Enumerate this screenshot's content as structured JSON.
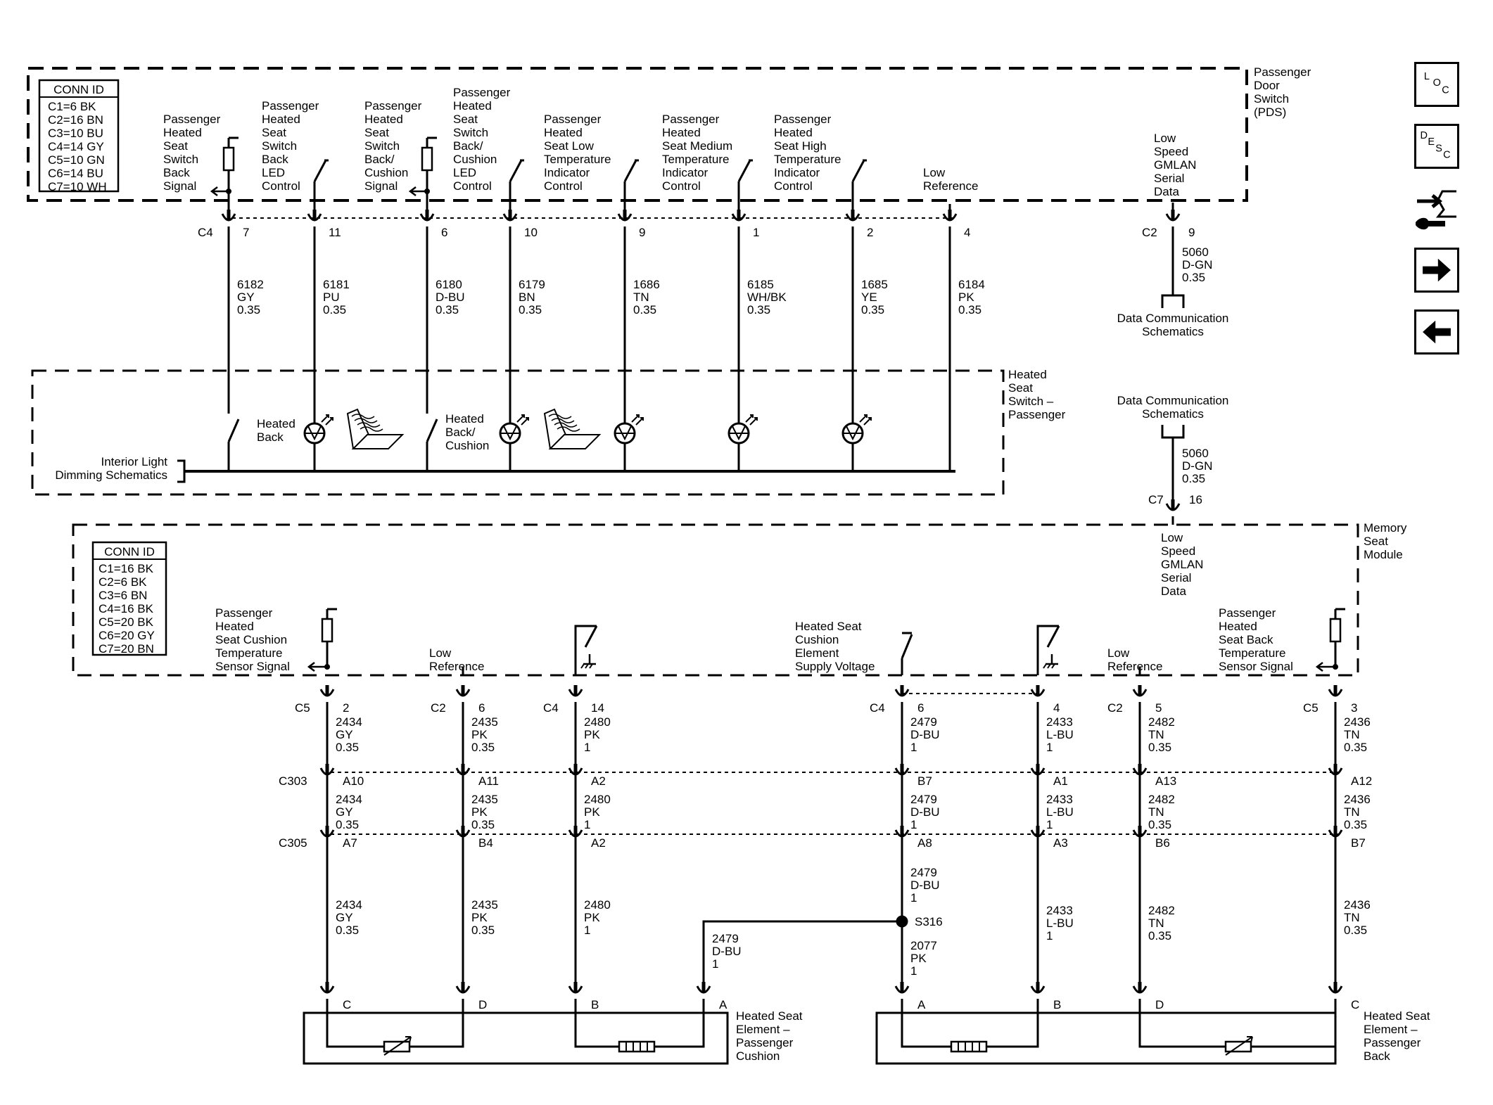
{
  "pds_module": {
    "name": "Passenger Door Switch (PDS)",
    "conn_id": {
      "title": "CONN ID",
      "rows": [
        "C1=6 BK",
        "C2=16 BN",
        "C3=10 BU",
        "C4=14 GY",
        "C5=10 GN",
        "C6=14 BU",
        "C7=10 WH"
      ]
    },
    "circuits": [
      {
        "label": "Passenger Heated Seat Switch Back Signal",
        "conn": "C4",
        "pin": "7",
        "wire": "6182",
        "color": "GY",
        "gauge": "0.35"
      },
      {
        "label": "Passenger Heated Seat Switch Back LED Control",
        "conn": "",
        "pin": "11",
        "wire": "6181",
        "color": "PU",
        "gauge": "0.35"
      },
      {
        "label": "Passenger Heated Seat Switch Back/ Cushion Signal",
        "conn": "",
        "pin": "6",
        "wire": "6180",
        "color": "D-BU",
        "gauge": "0.35"
      },
      {
        "label": "Passenger Heated Seat Switch Back/ Cushion LED Control",
        "conn": "",
        "pin": "10",
        "wire": "6179",
        "color": "BN",
        "gauge": "0.35"
      },
      {
        "label": "Passenger Heated Seat Low Temperature Indicator Control",
        "conn": "",
        "pin": "9",
        "wire": "1686",
        "color": "TN",
        "gauge": "0.35"
      },
      {
        "label": "Passenger Heated Seat Medium Temperature Indicator Control",
        "conn": "",
        "pin": "1",
        "wire": "6185",
        "color": "WH/BK",
        "gauge": "0.35"
      },
      {
        "label": "Passenger Heated Seat High Temperature Indicator Control",
        "conn": "",
        "pin": "2",
        "wire": "1685",
        "color": "YE",
        "gauge": "0.35"
      },
      {
        "label": "Low Reference",
        "conn": "",
        "pin": "4",
        "wire": "6184",
        "color": "PK",
        "gauge": "0.35"
      }
    ],
    "gmlan": {
      "label": "Low Speed GMLAN Serial Data",
      "conn": "C2",
      "pin": "9",
      "wire": "5060",
      "color": "D-GN",
      "gauge": "0.35",
      "ref": "Data Communication Schematics"
    }
  },
  "switch_module": {
    "name": "Heated Seat Switch – Passenger",
    "heated_back": "Heated Back",
    "heated_back_cushion": "Heated Back/ Cushion",
    "interior_light_ref": "Interior Light Dimming Schematics"
  },
  "msm_module": {
    "name": "Memory Seat Module",
    "conn_id": {
      "title": "CONN ID",
      "rows": [
        "C1=16 BK",
        "C2=6 BK",
        "C3=6 BN",
        "C4=16 BK",
        "C5=20 BK",
        "C6=20 GY",
        "C7=20 BN"
      ]
    },
    "gmlan": {
      "label": "Low Speed GMLAN Serial Data",
      "conn": "C7",
      "pin": "16",
      "wire": "5060",
      "color": "D-GN",
      "gauge": "0.35",
      "ref": "Data Communication Schematics"
    },
    "labels": {
      "cushion_temp": "Passenger Heated Seat Cushion Temperature Sensor Signal",
      "low_ref_1": "Low Reference",
      "supply": "Heated Seat Cushion Element Supply Voltage",
      "low_ref_2": "Low Reference",
      "back_temp": "Passenger Heated Seat Back Temperature Sensor Signal"
    },
    "row_labels": {
      "c303": "C303",
      "c305": "C305",
      "splice": "S316"
    },
    "circuits": [
      {
        "conn": "C5",
        "pin": "2",
        "wire": "2434",
        "color": "GY",
        "gauge": "0.35",
        "c303": "A10",
        "c305": "A7",
        "lower": {
          "wire": "2434",
          "color": "GY",
          "gauge": "0.35"
        },
        "end": "C"
      },
      {
        "conn": "C2",
        "pin": "6",
        "wire": "2435",
        "color": "PK",
        "gauge": "0.35",
        "c303": "A11",
        "c305": "B4",
        "lower": {
          "wire": "2435",
          "color": "PK",
          "gauge": "0.35"
        },
        "end": "D"
      },
      {
        "conn": "C4",
        "pin": "14",
        "wire": "2480",
        "color": "PK",
        "gauge": "1",
        "c303": "A2",
        "c305": "A2",
        "lower": {
          "wire": "2480",
          "color": "PK",
          "gauge": "1"
        },
        "end": "B"
      },
      {
        "conn": "C4",
        "pin": "6",
        "wire": "2479",
        "color": "D-BU",
        "gauge": "1",
        "c303": "B7",
        "c305": "A8",
        "lower": {
          "wire": "2479",
          "color": "D-BU",
          "gauge": "1"
        },
        "end": "A"
      },
      {
        "conn": "",
        "pin": "4",
        "wire": "2433",
        "color": "L-BU",
        "gauge": "1",
        "c303": "A1",
        "c305": "A3",
        "lower": {
          "wire": "2433",
          "color": "L-BU",
          "gauge": "1"
        },
        "end": "B"
      },
      {
        "conn": "C2",
        "pin": "5",
        "wire": "2482",
        "color": "TN",
        "gauge": "0.35",
        "c303": "A13",
        "c305": "B6",
        "lower": {
          "wire": "2482",
          "color": "TN",
          "gauge": "0.35"
        },
        "end": "D"
      },
      {
        "conn": "C5",
        "pin": "3",
        "wire": "2436",
        "color": "TN",
        "gauge": "0.35",
        "c303": "A12",
        "c305": "B7",
        "lower": {
          "wire": "2436",
          "color": "TN",
          "gauge": "0.35"
        },
        "end": "C"
      }
    ],
    "branch_cushion": {
      "wire": "2479",
      "color": "D-BU",
      "gauge": "1",
      "end": "A"
    },
    "branch_back": {
      "wire": "2077",
      "color": "PK",
      "gauge": "1"
    }
  },
  "elements": {
    "cushion": "Heated Seat Element – Passenger Cushion",
    "back": "Heated Seat Element – Passenger Back"
  },
  "nav": {
    "loc": [
      "L",
      "O",
      "C"
    ],
    "desc": [
      "D",
      "E",
      "S",
      "C"
    ]
  }
}
